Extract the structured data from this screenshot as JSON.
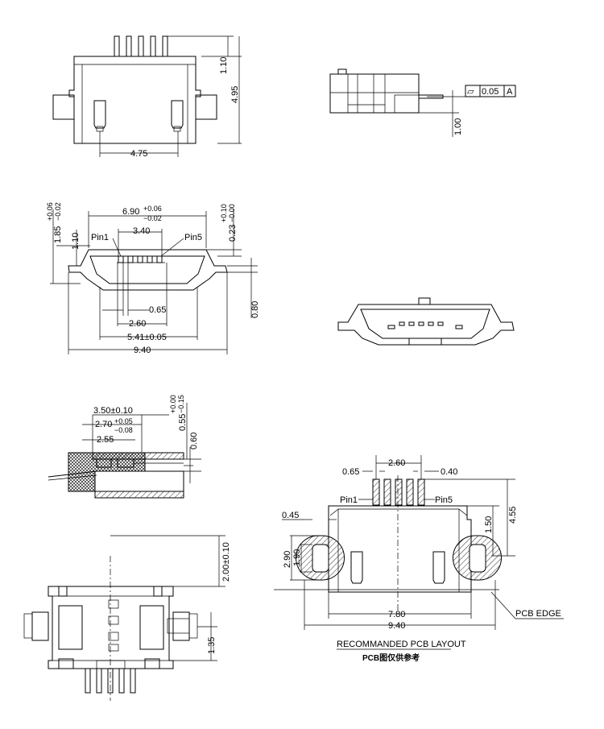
{
  "view_top": {
    "dims": {
      "d110": "1.10",
      "d495": "4.95",
      "d475": "4.75"
    }
  },
  "view_side_right": {
    "flatness": {
      "symbol": "▱",
      "value": "0.05",
      "datum": "A"
    },
    "dims": {
      "d100": "1.00"
    }
  },
  "view_front": {
    "dims": {
      "width_main": "6.90",
      "width_tol_up": "+0.06",
      "width_tol_dn": "−0.02",
      "h185": "1.85",
      "h185_up": "+0.06",
      "h185_dn": "−0.02",
      "d110": "1.10",
      "d340": "3.40",
      "d023": "0.23",
      "d023_up": "+0.10",
      "d023_dn": "−0.00",
      "d065": "0.65",
      "d260": "2.60",
      "d541": "5.41±0.05",
      "d940": "9.40",
      "d080": "0.80"
    },
    "pin1": "Pin1",
    "pin5": "Pin5"
  },
  "view_section": {
    "dims": {
      "d350": "3.50±0.10",
      "d270": "2.70",
      "d270_up": "+0.05",
      "d270_dn": "−0.08",
      "d255": "2.55",
      "d055": "0.55",
      "d055_up": "+0.00",
      "d055_dn": "−0.15",
      "d060": "0.60"
    }
  },
  "view_bottom": {
    "dims": {
      "d200": "2.00±0.10",
      "d135": "1.35"
    }
  },
  "pcb_layout": {
    "dims": {
      "d260": "2.60",
      "d065": "0.65",
      "d040": "0.40",
      "d045": "0.45",
      "d150": "1.50",
      "d455": "4.55",
      "d290": "2.90",
      "d190": "1.90",
      "d780": "7.80",
      "d940": "9.40"
    },
    "pin1": "Pin1",
    "pin5": "Pin5",
    "edge_label": "PCB EDGE",
    "title": "RECOMMANDED  PCB  LAYOUT",
    "subtitle": "PCB图仅供参考"
  }
}
